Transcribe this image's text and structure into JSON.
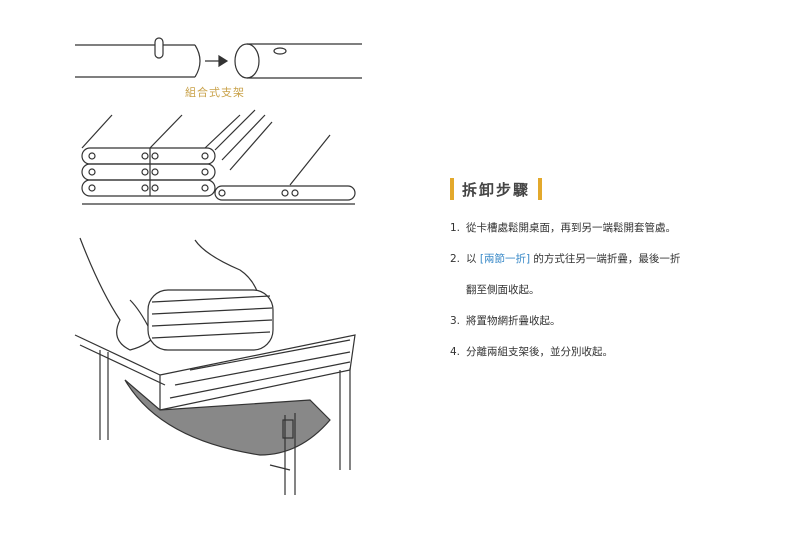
{
  "caption": "組合式支架",
  "section_title": "拆卸步驟",
  "steps": [
    {
      "num": "1.",
      "text": "從卡槽處鬆開桌面，再到另一端鬆開套管處。"
    },
    {
      "num": "2.",
      "pre": "以",
      "highlight": "[兩節一折]",
      "post": "的方式往另一端折疊，最後一折",
      "cont": "翻至側面收起。"
    },
    {
      "num": "3.",
      "text": "將置物網折疊收起。"
    },
    {
      "num": "4.",
      "text": "分離兩組支架後，並分別收起。"
    }
  ],
  "colors": {
    "accent": "#e3a92c",
    "caption": "#c9a24a",
    "highlight": "#3a8ac8"
  }
}
